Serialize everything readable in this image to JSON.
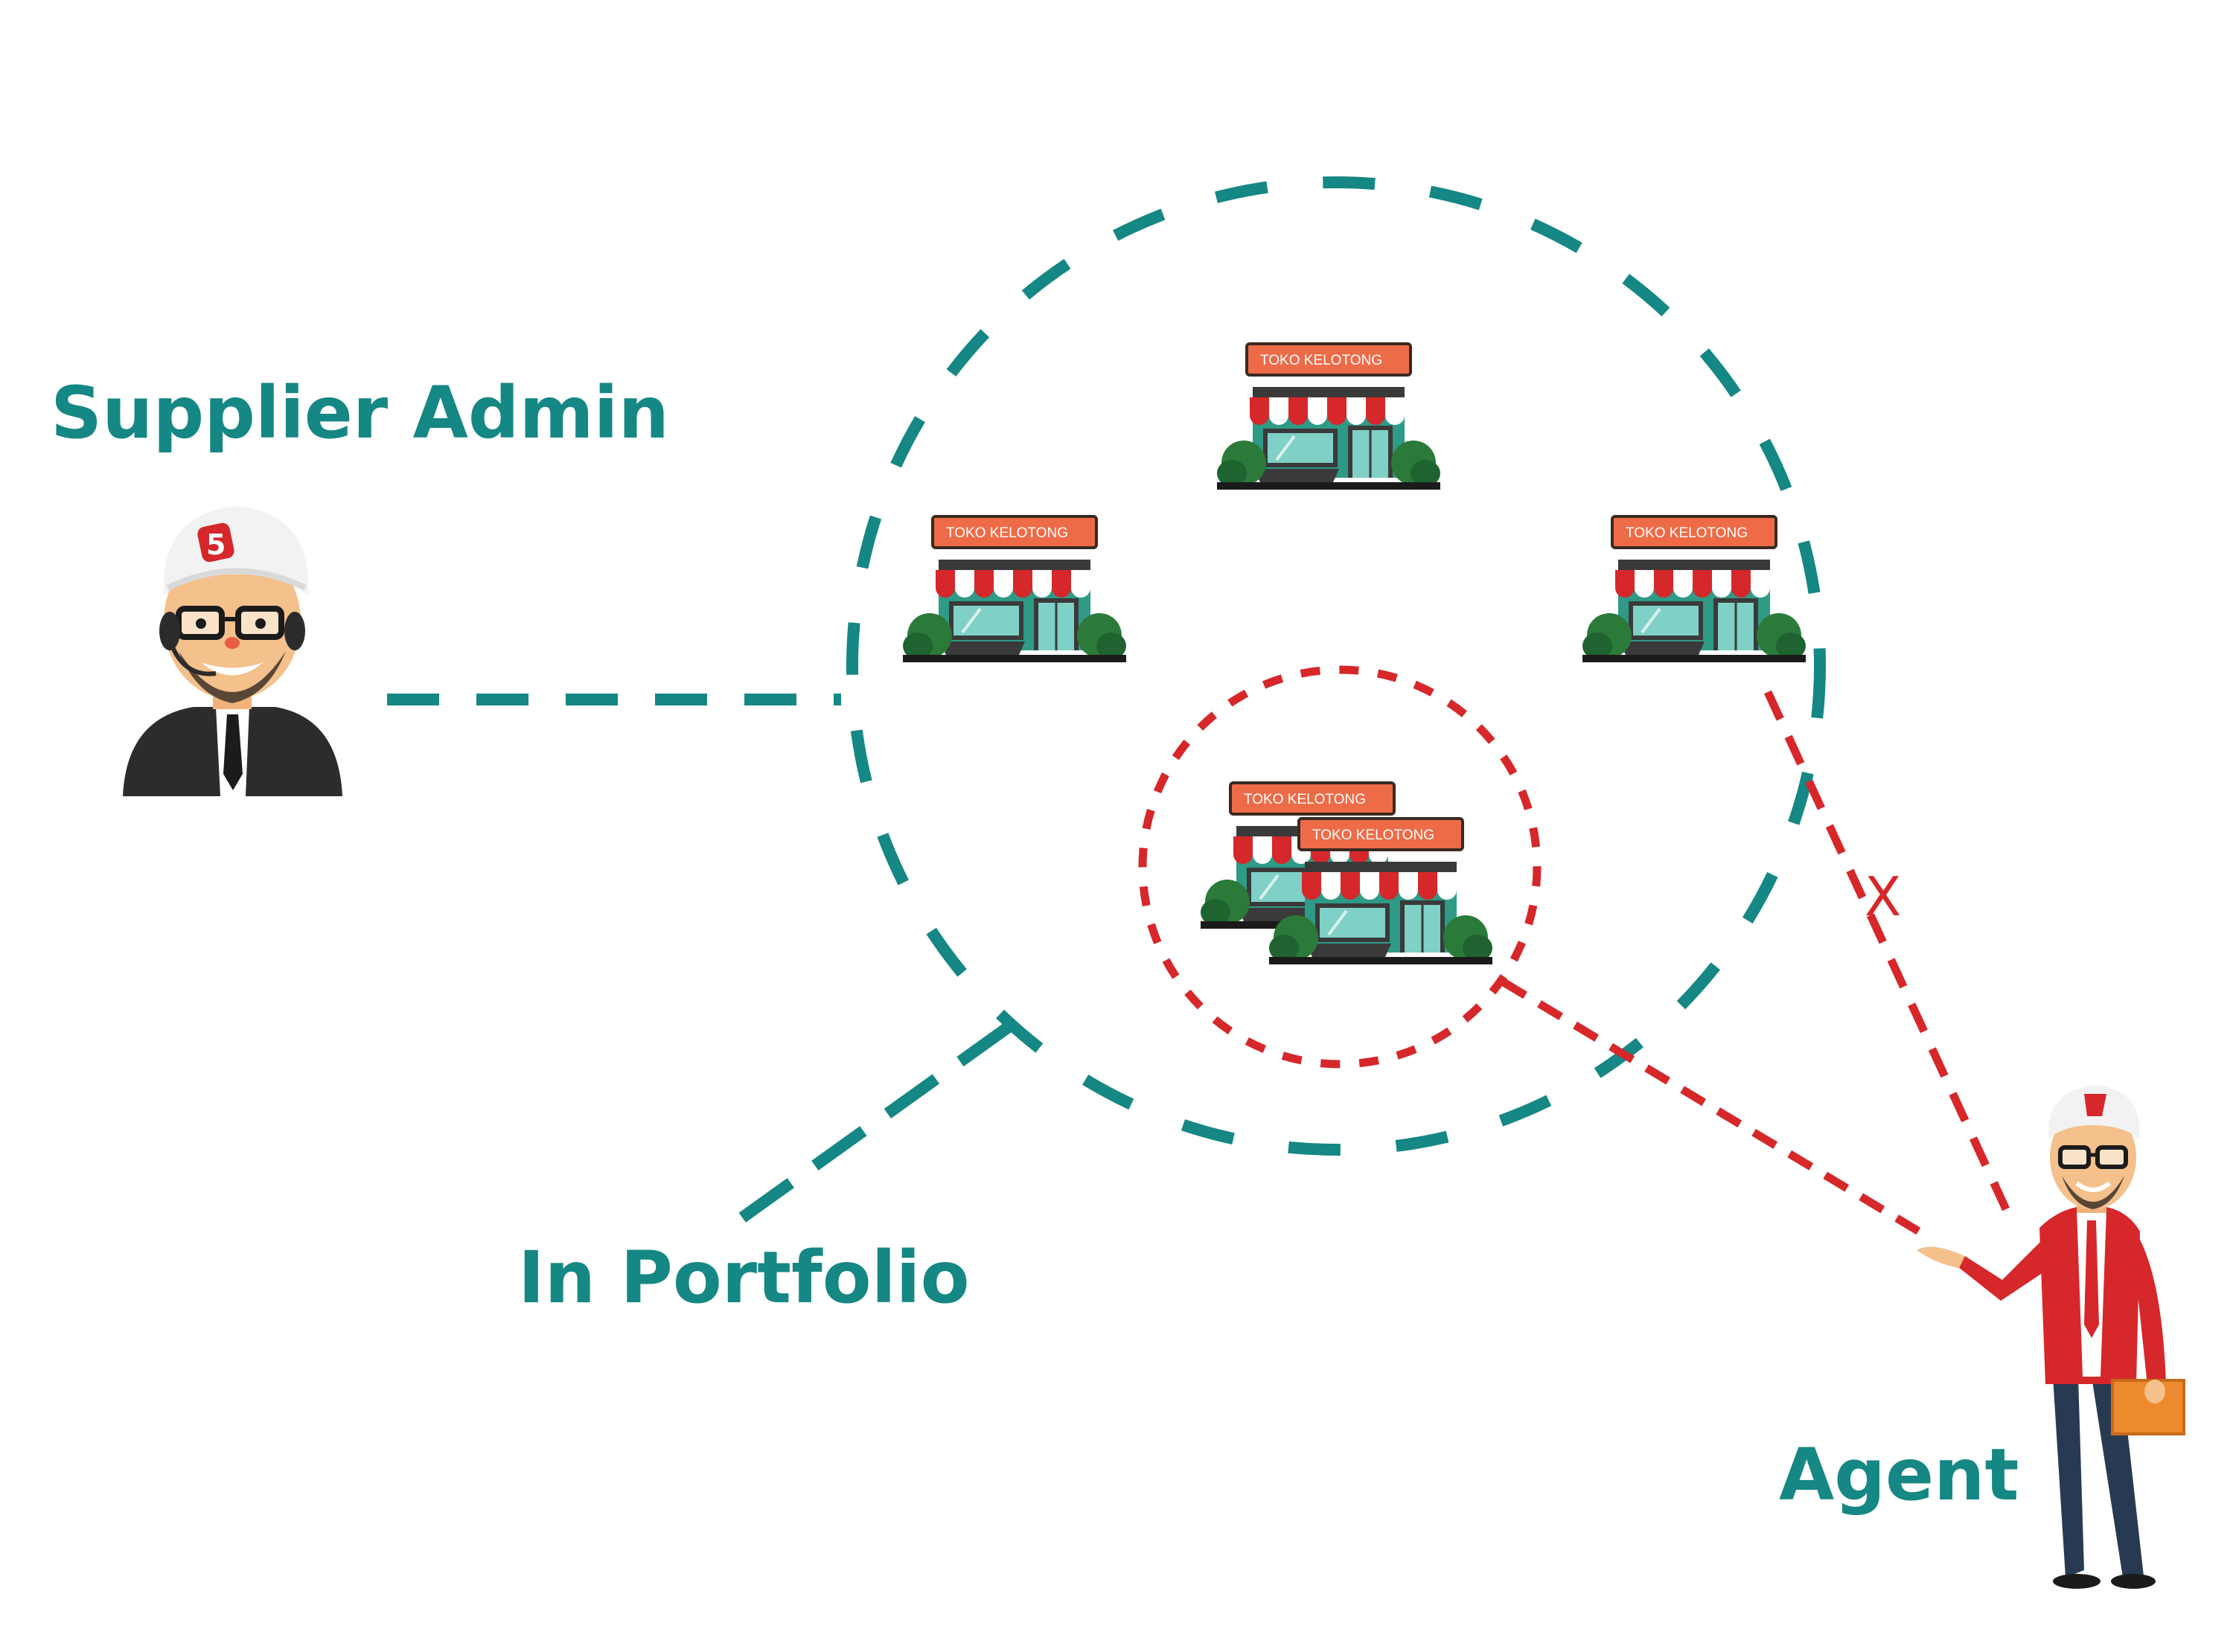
{
  "colors": {
    "teal": "#158784",
    "red": "#d6272b",
    "shop_sign": "#ee6b48",
    "shop_body": "#2f9a86",
    "shop_glass": "#7fd0c6",
    "bush": "#2b7a3a"
  },
  "labels": {
    "supplier_admin": "Supplier Admin",
    "in_portfolio": "In Portfolio",
    "agent": "Agent",
    "blocked_mark": "X"
  },
  "shops": [
    {
      "sign": "TOKO KELOTONG"
    },
    {
      "sign": "TOKO KELOTONG"
    },
    {
      "sign": "TOKO KELOTONG"
    },
    {
      "sign": "TOKO KELOTONG"
    },
    {
      "sign": "TOKO KELOTONG"
    }
  ],
  "icons": {
    "supplier_admin": "headset-operator-icon",
    "agent": "salesperson-icon",
    "shop": "storefront-icon",
    "hat_logo": "s-logo-icon"
  }
}
